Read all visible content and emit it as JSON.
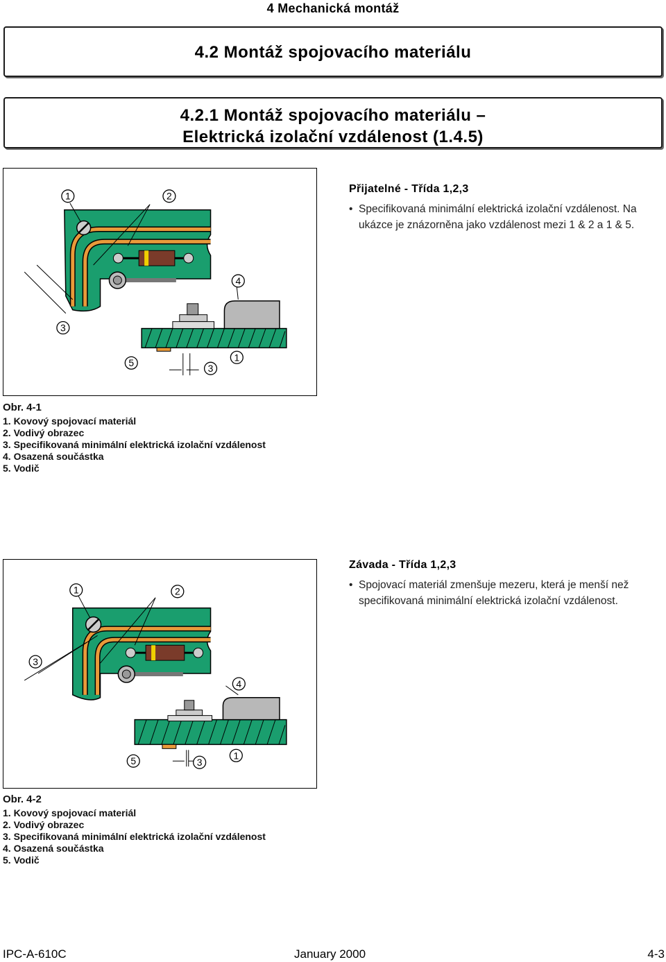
{
  "header": {
    "chapter": "4  Mechanická montáž"
  },
  "section": {
    "title": "4.2  Montáž spojovacího materiálu"
  },
  "subsection": {
    "line1": "4.2.1  Montáž spojovacího materiálu –",
    "line2": "Elektrická izolační vzdálenost (1.4.5)"
  },
  "figure1": {
    "callouts": [
      "1",
      "2",
      "4",
      "3",
      "5",
      "3",
      "1"
    ],
    "criteria_heading": "Přijatelné - Třída 1,2,3",
    "criteria_text": "Specifikovaná minimální elektrická izolační vzdálenost. Na ukázce je znázorněna jako vzdálenost mezi 1 & 2 a 1 & 5.",
    "caption_title": "Obr. 4-1",
    "legend": [
      "1. Kovový spojovací materiál",
      "2. Vodivý obrazec",
      "3. Specifikovaná minimální elektrická izolační vzdálenost",
      "4. Osazená součástka",
      "5. Vodič"
    ]
  },
  "figure2": {
    "callouts": [
      "1",
      "2",
      "3",
      "4",
      "5",
      "3",
      "1"
    ],
    "criteria_heading": "Závada - Třída 1,2,3",
    "criteria_text": "Spojovací materiál zmenšuje mezeru, která je menší než specifikovaná minimální elektrická izolační vzdálenost.",
    "caption_title": "Obr. 4-2",
    "legend": [
      "1. Kovový spojovací materiál",
      "2. Vodivý obrazec",
      "3. Specifikovaná minimální elektrická izolační vzdálenost",
      "4. Osazená součástka",
      "5. Vodič"
    ]
  },
  "colors": {
    "board": "#1a9e6e",
    "trace": "#e89a3a",
    "component": "#7a3b2a",
    "part": "#b8b8b8"
  },
  "footer": {
    "doc": "IPC-A-610C",
    "date": "January 2000",
    "page": "4-3"
  }
}
